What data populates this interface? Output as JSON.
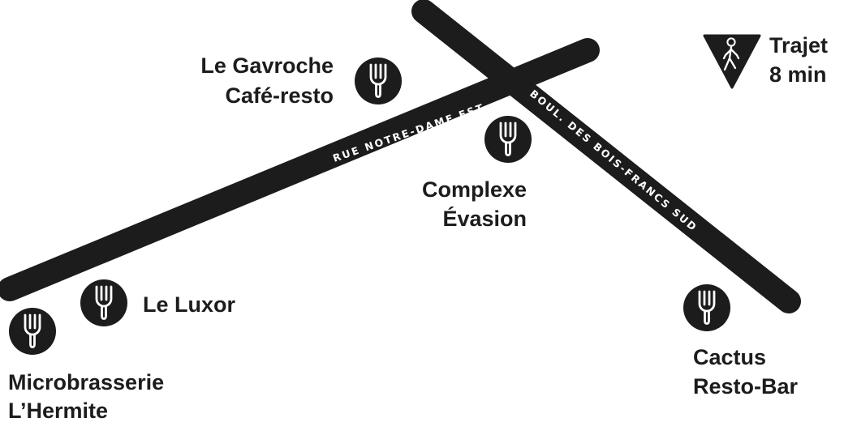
{
  "colors": {
    "road": "#1c1c1c",
    "background": "#ffffff",
    "icon_circle": "#1c1c1c",
    "icon_glyph": "#ffffff",
    "text": "#1c1c1c"
  },
  "streets": {
    "notre_dame": "RUE NOTRE-DAME EST",
    "bois_francs": "BOUL. DES BOIS-FRANCS SUD"
  },
  "legend": {
    "icon": "pedestrian-icon",
    "line1": "Trajet",
    "line2": "8 min"
  },
  "places": {
    "gavroche": {
      "icon": "fork-icon",
      "line1": "Le Gavroche",
      "line2": "Café-resto"
    },
    "evasion": {
      "icon": "fork-icon",
      "line1": "Complexe",
      "line2": "Évasion"
    },
    "luxor": {
      "icon": "fork-icon",
      "line1": "Le Luxor"
    },
    "hermite": {
      "icon": "fork-icon",
      "line1": "Microbrasserie",
      "line2": "L’Hermite"
    },
    "cactus": {
      "icon": "fork-icon",
      "line1": "Cactus",
      "line2": "Resto-Bar"
    }
  }
}
